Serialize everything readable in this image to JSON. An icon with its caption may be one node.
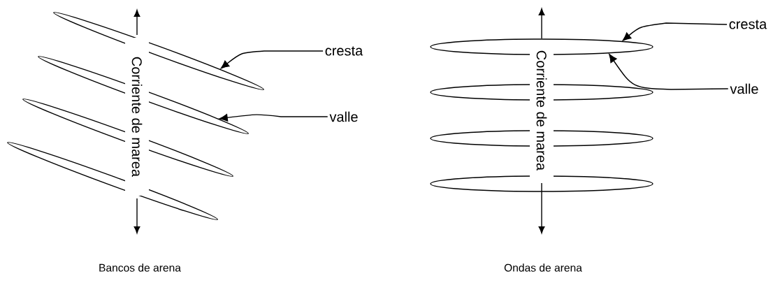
{
  "diagram": {
    "nodes": [
      {
        "text": [],
        "shape": "ellipse"
      },
      {
        "text": [],
        "shape": "ellipse"
      },
      {
        "text": [],
        "shape": "ellipse"
      },
      {
        "text": [],
        "shape": "ellipse"
      },
      {
        "text": [
          "cresta"
        ]
      },
      {
        "text": [
          "valle"
        ]
      },
      {
        "text": [],
        "shape": "ellipse"
      },
      {
        "text": [],
        "shape": "ellipse"
      },
      {
        "text": [],
        "shape": "ellipse"
      },
      {
        "text": [],
        "shape": "ellipse"
      },
      {
        "text": [
          "cresta"
        ]
      },
      {
        "text": [
          "valle"
        ]
      }
    ],
    "edges": [
      {
        "from": 4,
        "to": 0,
        "arrow": "to"
      },
      {
        "from": 5,
        "to": 1,
        "arrow": "to"
      },
      {
        "from": 10,
        "to": 6,
        "arrow": "to"
      },
      {
        "from": 11,
        "to": 6,
        "arrow": "to"
      }
    ],
    "labels": [
      "Corriente de marea",
      "Corriente de marea",
      "Bancos de arena",
      "Ondas de arena"
    ]
  }
}
